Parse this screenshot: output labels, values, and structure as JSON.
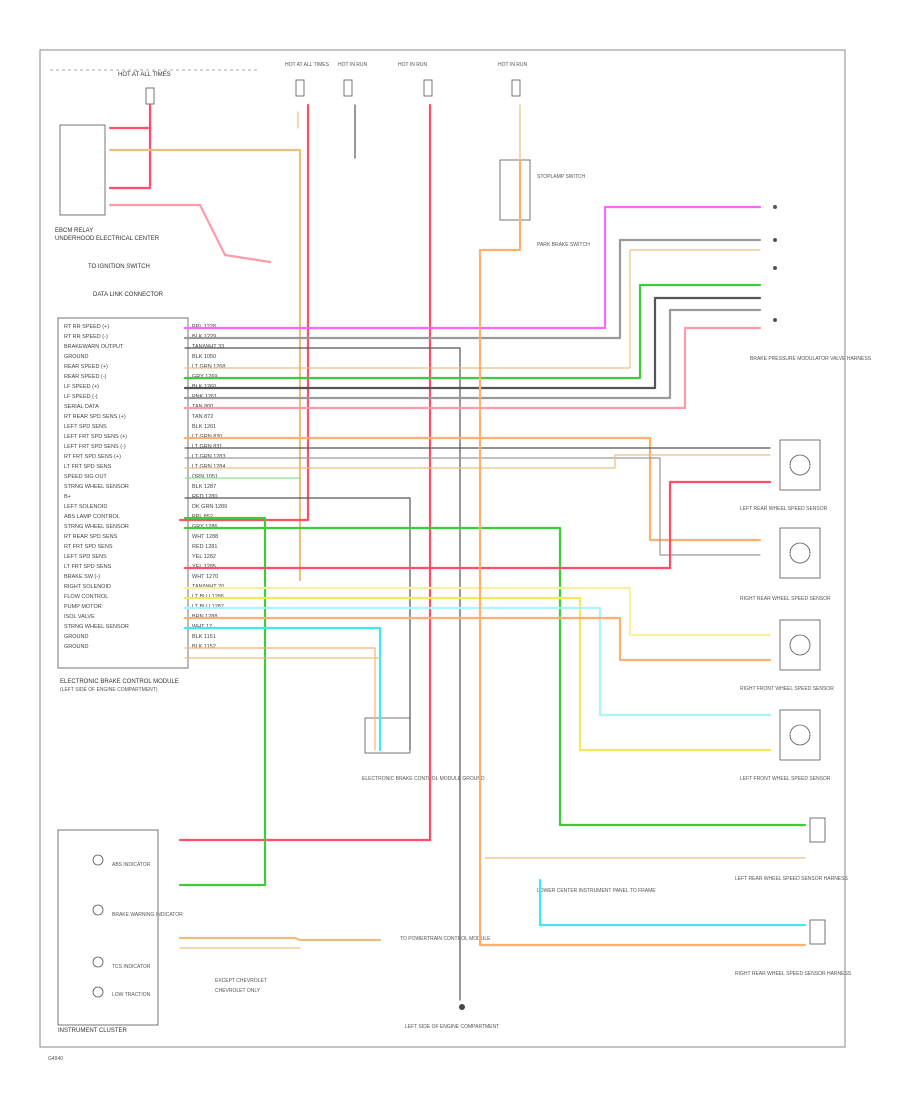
{
  "colors": {
    "red": "#ff4d6a",
    "pink": "#ff9aa8",
    "orange": "#ffb070",
    "tan": "#e8c080",
    "yellow": "#f5e860",
    "lightyellow": "#faf1a0",
    "green": "#3ccc3c",
    "lightgreen": "#8fe08f",
    "cyan": "#40e8f0",
    "lightcyan": "#a8f4f8",
    "blue": "#6699ff",
    "purple": "#ff66ff",
    "gray": "#9a9a9a",
    "darkgray": "#555555",
    "white": "#dddddd",
    "black": "#222222"
  },
  "labels": {
    "fuse_panel": "HOT AT ALL TIMES",
    "fuse_a": "HOT AT ALL TIMES",
    "fuse_b": "HOT IN RUN",
    "fuse_c": "HOT IN RUN",
    "fuse_d": "HOT IN RUN",
    "ebcm_relay": "EBCM RELAY",
    "underhood": "UNDERHOOD ELECTRICAL CENTER",
    "ic_ignition": "TO IGNITION SWITCH",
    "dlc": "DATA LINK CONNECTOR",
    "brake_switch": "STOPLAMP SWITCH",
    "park_brake": "PARK BRAKE SWITCH",
    "brake_valve_harness": "BRAKE PRESSURE MODULATOR VALVE HARNESS",
    "ebcm": "ELECTRONIC BRAKE CONTROL MODULE",
    "ebtcm_note": "(LEFT SIDE OF ENGINE COMPARTMENT)",
    "lr_wheel": "LEFT REAR WHEEL SPEED SENSOR",
    "rr_wheel": "RIGHT REAR WHEEL SPEED SENSOR",
    "rf_wheel": "RIGHT FRONT WHEEL SPEED SENSOR",
    "lf_wheel": "LEFT FRONT WHEEL SPEED SENSOR",
    "ground_dist": "ELECTRONIC BRAKE CONTROL MODULE GROUND",
    "inst_cluster": "INSTRUMENT CLUSTER",
    "abs_ind": "ABS INDICATOR",
    "brake_ind": "BRAKE WARNING INDICATOR",
    "tcs_ind": "TCS INDICATOR",
    "low_trac": "LOW TRACTION",
    "left_harness": "LEFT REAR WHEEL SPEED SENSOR HARNESS",
    "right_harness": "RIGHT REAR WHEEL SPEED SENSOR HARNESS",
    "splice_note": "LOWER CENTER INSTRUMENT PANEL TO FRAME",
    "except_chevrolet": "EXCEPT CHEVROLET",
    "chevrolet_only": "CHEVROLET ONLY",
    "tcs_module": "TO POWERTRAIN CONTROL MODULE",
    "ground_lower": "LEFT SIDE OF ENGINE COMPARTMENT",
    "footer": "G4940"
  },
  "ebcm_pins": [
    {
      "circuit": "RT RR SPEED (+)",
      "wire": "PPL 1228"
    },
    {
      "circuit": "RT RR SPEED (-)",
      "wire": "BLK 1229"
    },
    {
      "circuit": "BRAKEWARN OUTPUT",
      "wire": "TAN/WHT 33"
    },
    {
      "circuit": "GROUND",
      "wire": "BLK 1050"
    },
    {
      "circuit": "REAR SPEED (+)",
      "wire": "LT GRN 1268"
    },
    {
      "circuit": "REAR SPEED (-)",
      "wire": "GRY 1269"
    },
    {
      "circuit": "LF SPEED (+)",
      "wire": "BLK 1260"
    },
    {
      "circuit": "LF SPEED (-)",
      "wire": "PNK 1261"
    },
    {
      "circuit": "SERIAL DATA",
      "wire": "TAN 800"
    },
    {
      "circuit": "RT REAR SPD SENS (+)",
      "wire": "TAN 872"
    },
    {
      "circuit": "LEFT SPD SENS",
      "wire": "BLK 1261"
    },
    {
      "circuit": "LEFT FRT SPD SENS (+)",
      "wire": "LT GRN 830"
    },
    {
      "circuit": "LEFT FRT SPD SENS (-)",
      "wire": "LT GRN 831"
    },
    {
      "circuit": "RT FRT SPD SENS (+)",
      "wire": "LT GRN 1283"
    },
    {
      "circuit": "LT FRT SPD SENS",
      "wire": "LT GRN 1284"
    },
    {
      "circuit": "SPEED SIG OUT",
      "wire": "ORN 1051"
    },
    {
      "circuit": "STRNG WHEEL SENSOR",
      "wire": "BLK 1287"
    },
    {
      "circuit": "B+",
      "wire": "RED 1280"
    },
    {
      "circuit": "LEFT SOLENOID",
      "wire": "DK GRN 1289"
    },
    {
      "circuit": "ABS LAMP CONTROL",
      "wire": "PPL 852"
    },
    {
      "circuit": "STRNG WHEEL SENSOR",
      "wire": "GRY 1286"
    },
    {
      "circuit": "RT REAR SPD SENS",
      "wire": "WHT 1288"
    },
    {
      "circuit": "RT FRT SPD SENS",
      "wire": "RED 1281"
    },
    {
      "circuit": "LEFT SPD SENS",
      "wire": "YEL 1282"
    },
    {
      "circuit": "LT FRT SPD SENS",
      "wire": "YEL 1285"
    },
    {
      "circuit": "BRAKE SW (-)",
      "wire": "WHT 1270"
    },
    {
      "circuit": "RIGHT SOLENOID",
      "wire": "TAN/WHT 20"
    },
    {
      "circuit": "FLOW CONTROL",
      "wire": "LT BLU 1286"
    },
    {
      "circuit": "PUMP MOTOR",
      "wire": "LT BLU 1287"
    },
    {
      "circuit": "ISOL VALVE",
      "wire": "BRN 1288"
    },
    {
      "circuit": "STRNG WHEEL SENSOR",
      "wire": "WHT 17"
    },
    {
      "circuit": "GROUND",
      "wire": "BLK 1151"
    },
    {
      "circuit": "GROUND",
      "wire": "BLK 1152"
    }
  ]
}
